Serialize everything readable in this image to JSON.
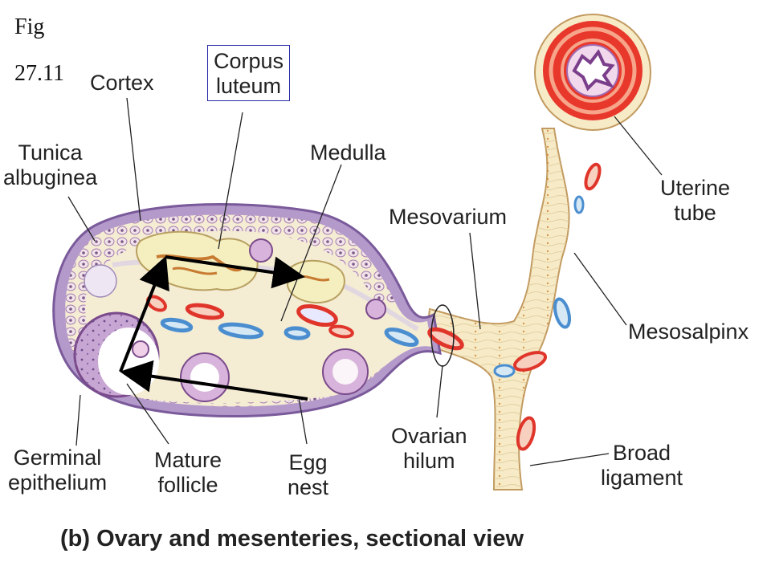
{
  "figure_number": {
    "line1": "Fig",
    "line2": "27.11"
  },
  "labels": {
    "cortex": "Cortex",
    "corpus_luteum": "Corpus\nluteum",
    "tunica_albuginea": "Tunica\nalbuginea",
    "medulla": "Medulla",
    "mesovarium": "Mesovarium",
    "uterine_tube": "Uterine\ntube",
    "mesosalpinx": "Mesosalpinx",
    "germinal_epithelium": "Germinal\nepithelium",
    "mature_follicle": "Mature\nfollicle",
    "egg_nest": "Egg\nnest",
    "ovarian_hilum": "Ovarian\nhilum",
    "broad_ligament": "Broad\nligament"
  },
  "caption": "(b) Ovary and mesenteries, sectional view",
  "colors": {
    "capsule": "#a98bc4",
    "stroma": "#f4eccb",
    "corpus_luteum": "#f5efc0",
    "artery": "#e0352a",
    "vein": "#4a8ed0",
    "follicle": "#8c5a9c",
    "arrow": "#000000",
    "label_box": "#2a2aa8"
  }
}
